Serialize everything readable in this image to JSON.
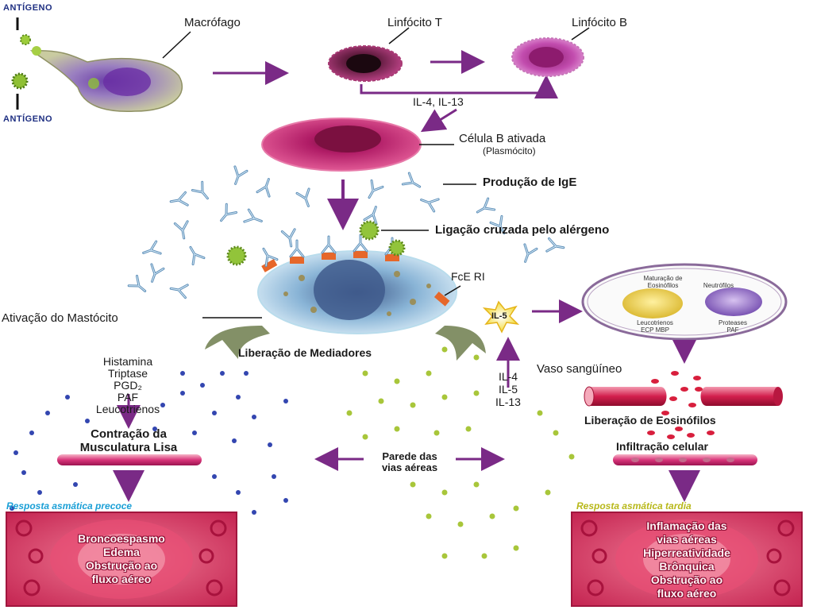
{
  "labels": {
    "antigeno_top": "ANTÍGENO",
    "antigeno_bottom": "ANTÍGENO",
    "macrofago": "Macrófago",
    "linfocito_t": "Linfócito T",
    "linfocito_b": "Linfócito B",
    "il4_il13": "IL-4, IL-13",
    "celula_b_ativada": "Célula B ativada",
    "plasmocito": "(Plasmócito)",
    "producao_ige": "Produção de IgE",
    "ligacao": "Ligação cruzada pelo alérgeno",
    "fce_ri": "FcE RI",
    "ativacao_mastocito": "Ativação do Mastócito",
    "liberacao_mediadores": "Liberação de Mediadores",
    "il5_star": "IL-5",
    "il_list": [
      "IL-4",
      "IL-5",
      "IL-13"
    ],
    "vaso": "Vaso sangüíneo",
    "liberacao_eosinofilos": "Liberação de Eosinófilos",
    "infiltracao": "Infiltração celular",
    "parede_1": "Parede das",
    "parede_2": "vias aéreas",
    "contracao_1": "Contração da",
    "contracao_2": "Musculatura Lisa",
    "resposta_precoce": "Resposta asmática precoce",
    "resposta_tardia": "Resposta asmática tardia"
  },
  "mediators": [
    "Histamina",
    "Triptase",
    "PGD₂",
    "PAF",
    "Leucotrienos"
  ],
  "maturation": {
    "title_left": "Maturação de",
    "title_left2": "Eosinófilos",
    "title_right": "Neutrófilos",
    "eos_1": "Leucotrienos",
    "eos_2": "ECP MBP",
    "neu_1": "Proteases",
    "neu_2": "PAF"
  },
  "early_box": [
    "Broncoespasmo",
    "Edema",
    "Obstrução ao",
    "fluxo aéreo"
  ],
  "late_box": [
    "Inflamação das",
    "vias aéreas",
    "Hiperreatividade",
    "Brônquica",
    "Obstrução ao",
    "fluxo aéreo"
  ],
  "colors": {
    "arrow": "#7a2a86",
    "label_blue": "#1e2f82",
    "dot_blue": "#3346b0",
    "dot_green": "#a8c63a",
    "vessel": "#d4204e"
  }
}
